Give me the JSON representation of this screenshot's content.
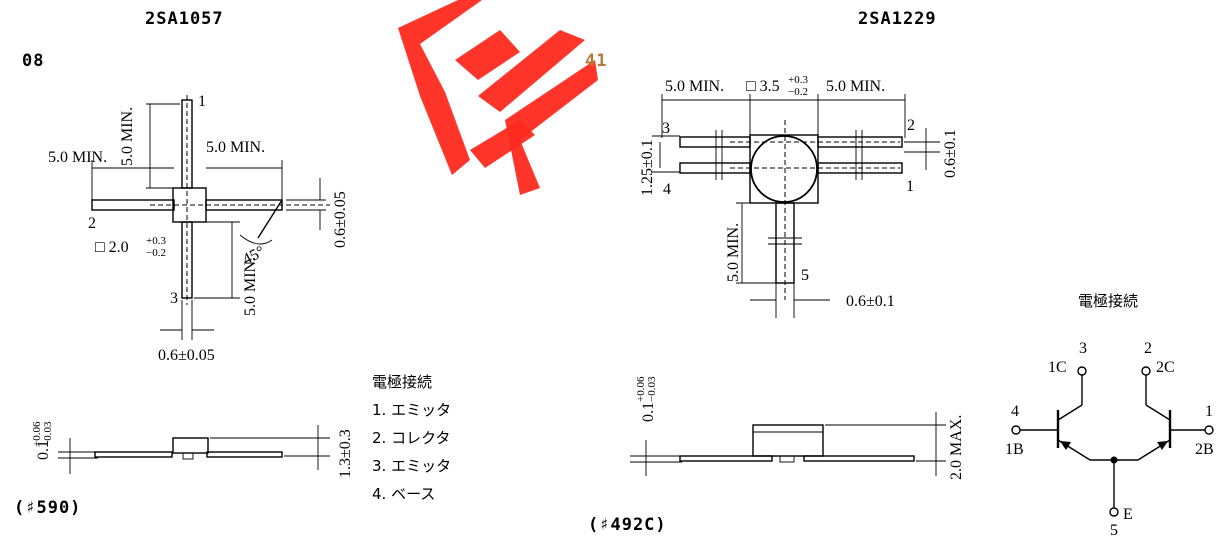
{
  "left": {
    "part_number": "2SA1057",
    "code": "08",
    "pkg_ref": "(♯590)",
    "dims": {
      "top_lead": "5.0 MIN.",
      "left_lead": "5.0 MIN.",
      "right_lead": "5.0 MIN.",
      "bottom_lead": "5.0 MIN.",
      "lead_width_right": "0.6±0.05",
      "lead_width_bottom": "0.6±0.05",
      "body_base": "□ 2.0",
      "body_tol_plus": "+0.3",
      "body_tol_minus": "−0.2",
      "angle": "45°",
      "side_thk_base": "0.1",
      "side_thk_plus": "+0.06",
      "side_thk_minus": "−0.03",
      "side_height": "1.3±0.3"
    },
    "pins": [
      "1",
      "2",
      "3"
    ],
    "connection_title": "電極接続",
    "connections": [
      "1. エミッタ",
      "2. コレクタ",
      "3. エミッタ",
      "4. ベース"
    ]
  },
  "right": {
    "part_number": "2SA1229",
    "code": "41",
    "pkg_ref": "(♯492C)",
    "dims": {
      "top_left_lead": "5.0 MIN.",
      "body_base": "□ 3.5",
      "body_tol_plus": "+0.3",
      "body_tol_minus": "−0.2",
      "top_right_lead": "5.0 MIN.",
      "pitch": "1.25±0.1",
      "lead_width_side": "0.6±0.1",
      "bottom_lead": "5.0 MIN.",
      "lead_width_bottom": "0.6±0.1",
      "side_thk_base": "0.1",
      "side_thk_plus": "+0.06",
      "side_thk_minus": "−0.03",
      "side_height": "2.0 MAX."
    },
    "pins": [
      "1",
      "2",
      "3",
      "4",
      "5"
    ]
  },
  "schematic": {
    "title": "電極接続",
    "pin3_num": "3",
    "pin3_label": "1C",
    "pin2_num": "2",
    "pin2_label": "2C",
    "pin4_num": "4",
    "pin4_label": "1B",
    "pin1_num": "1",
    "pin1_label": "2B",
    "pin5_label": "E",
    "pin5_num": "5"
  },
  "colors": {
    "watermark": "#ff2a1f",
    "ink": "#000000"
  }
}
